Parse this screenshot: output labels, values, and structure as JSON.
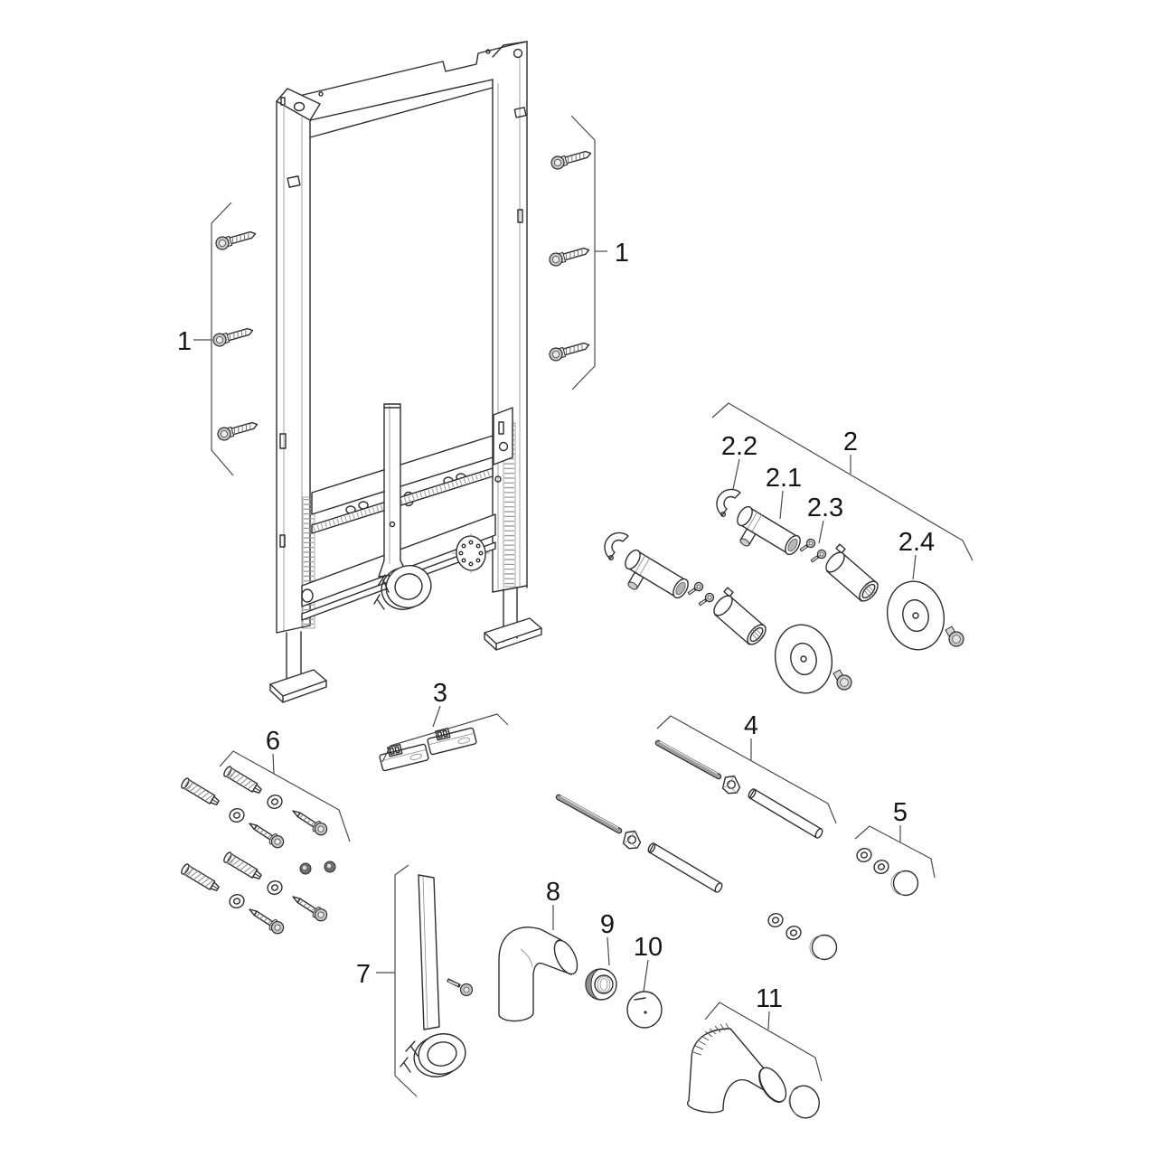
{
  "figure": {
    "background": "#ffffff",
    "line_color": "#2e2e2e",
    "label_color": "#161616"
  },
  "labels": {
    "left_screws": "1",
    "right_screws": "1",
    "group2": "2",
    "part2_1": "2.1",
    "part2_2": "2.2",
    "part2_3": "2.3",
    "part2_4": "2.4",
    "part3": "3",
    "group4": "4",
    "group5": "5",
    "group6": "6",
    "part7": "7",
    "part8": "8",
    "part9": "9",
    "part10": "10",
    "part11": "11"
  }
}
